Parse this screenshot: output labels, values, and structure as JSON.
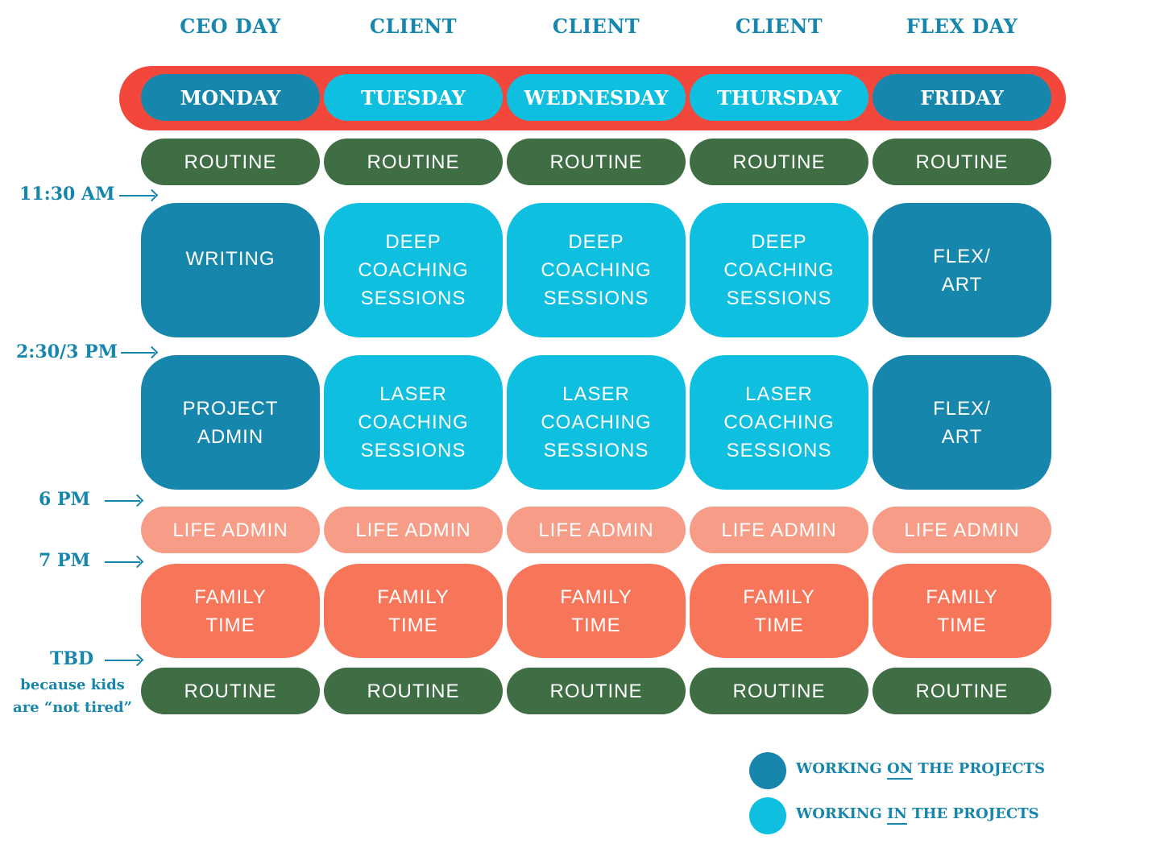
{
  "day_types": [
    "CEO DAY",
    "CLIENT",
    "CLIENT",
    "CLIENT",
    "FLEX DAY"
  ],
  "days": [
    "MONDAY",
    "TUESDAY",
    "WEDNESDAY",
    "THURSDAY",
    "FRIDAY"
  ],
  "time_labels": {
    "t1130": "11:30 AM",
    "t230": "2:30/3 PM",
    "t6": "6 PM",
    "t7": "7 PM",
    "tbd": "TBD",
    "tbd_note": "because kids\nare “not tired”"
  },
  "rows": {
    "routine_top": [
      "ROUTINE",
      "ROUTINE",
      "ROUTINE",
      "ROUTINE",
      "ROUTINE"
    ],
    "block1": [
      "WRITING",
      "DEEP\nCOACHING\nSESSIONS",
      "DEEP\nCOACHING\nSESSIONS",
      "DEEP\nCOACHING\nSESSIONS",
      "FLEX/\nART"
    ],
    "block2": [
      "PROJECT\nADMIN",
      "LASER\nCOACHING\nSESSIONS",
      "LASER\nCOACHING\nSESSIONS",
      "LASER\nCOACHING\nSESSIONS",
      "FLEX/\nART"
    ],
    "life_admin": [
      "LIFE ADMIN",
      "LIFE ADMIN",
      "LIFE ADMIN",
      "LIFE ADMIN",
      "LIFE ADMIN"
    ],
    "family": [
      "FAMILY\nTIME",
      "FAMILY\nTIME",
      "FAMILY\nTIME",
      "FAMILY\nTIME",
      "FAMILY\nTIME"
    ],
    "routine_bottom": [
      "ROUTINE",
      "ROUTINE",
      "ROUTINE",
      "ROUTINE",
      "ROUTINE"
    ]
  },
  "legend": {
    "on": {
      "pre": "WORKING ",
      "key": "ON",
      "post": " THE PROJECTS",
      "color": "#1786ad"
    },
    "in": {
      "pre": "WORKING ",
      "key": "IN",
      "post": " THE PROJECTS",
      "color": "#0fbfdf"
    }
  },
  "colors": {
    "on_projects": "#1786ad",
    "in_projects": "#0fbfdf",
    "routine": "#3f6e44",
    "life_admin": "#f79c86",
    "family_time": "#f77659",
    "day_band": "#f2473a"
  }
}
